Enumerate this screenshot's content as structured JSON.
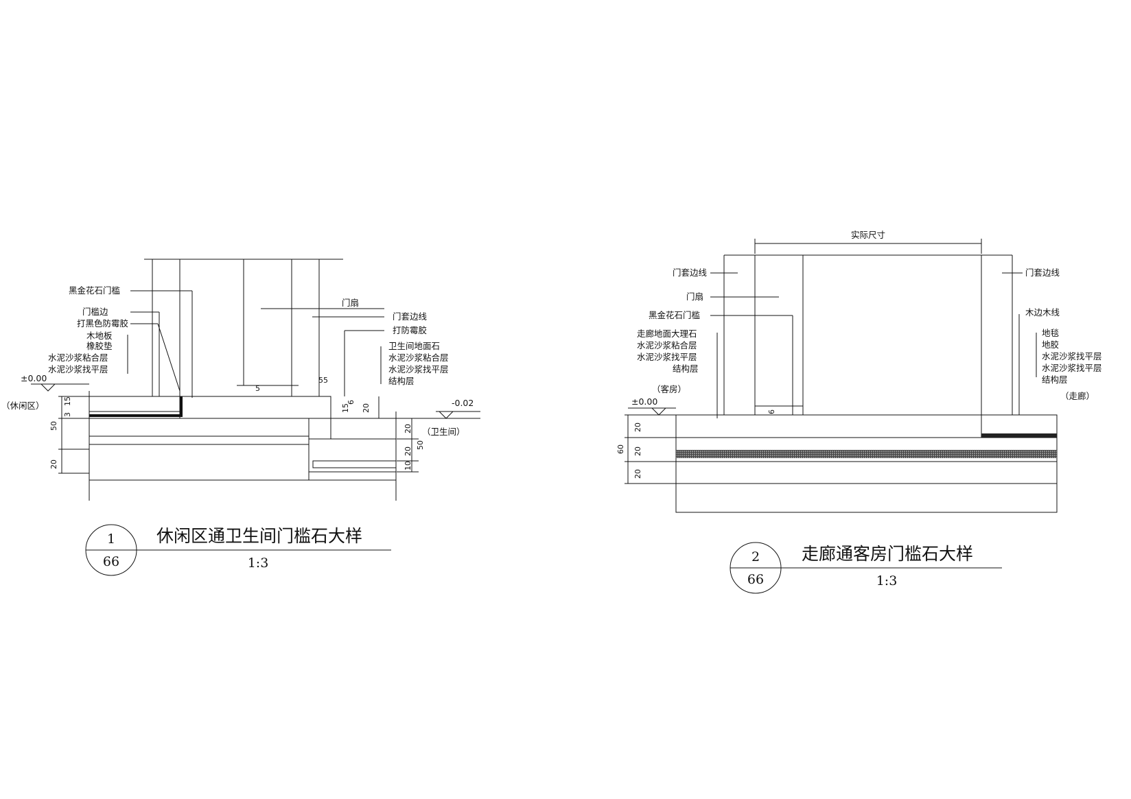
{
  "detail1": {
    "number": "1",
    "sheet": "66",
    "title": "休闲区通卫生间门槛石大样",
    "scale": "1:3",
    "left_labels": [
      "黑金花石门槛",
      "门槛边",
      "打黑色防霉胶",
      "木地板",
      "橡胶垫",
      "水泥沙浆粘合层",
      "水泥沙浆找平层"
    ],
    "right_labels": [
      "门扇",
      "门套边线",
      "打防霉胶",
      "卫生间地面石",
      "水泥沙浆粘合层",
      "水泥沙浆找平层",
      "结构层"
    ],
    "level_left": "±0.00",
    "level_right": "-0.02",
    "room_left": "（休闲区）",
    "room_right": "（卫生间）",
    "dims": {
      "d15": "15",
      "d3": "3",
      "d50": "50",
      "d20": "20",
      "d55": "55",
      "d6": "6",
      "d15b": "15",
      "d20b": "20",
      "r20": "20",
      "r20b": "20",
      "r10": "10",
      "r50": "50",
      "w5": "5"
    }
  },
  "detail2": {
    "number": "2",
    "sheet": "66",
    "title": "走廊通客房门槛石大样",
    "scale": "1:3",
    "top_dim": "实际尺寸",
    "left_labels": [
      "门套边线",
      "门扇",
      "黑金花石门槛",
      "走廊地面大理石",
      "水泥沙浆粘合层",
      "水泥沙浆找平层",
      "结构层"
    ],
    "right_labels": [
      "门套边线",
      "木边木线",
      "地毯",
      "地胶",
      "水泥沙浆找平层",
      "水泥沙浆找平层",
      "结构层"
    ],
    "level_left": "±0.00",
    "room_left": "（客房）",
    "room_right": "（走廊）",
    "dims": {
      "d20a": "20",
      "d20b": "20",
      "d20c": "20",
      "d60": "60",
      "d6": "6"
    }
  }
}
